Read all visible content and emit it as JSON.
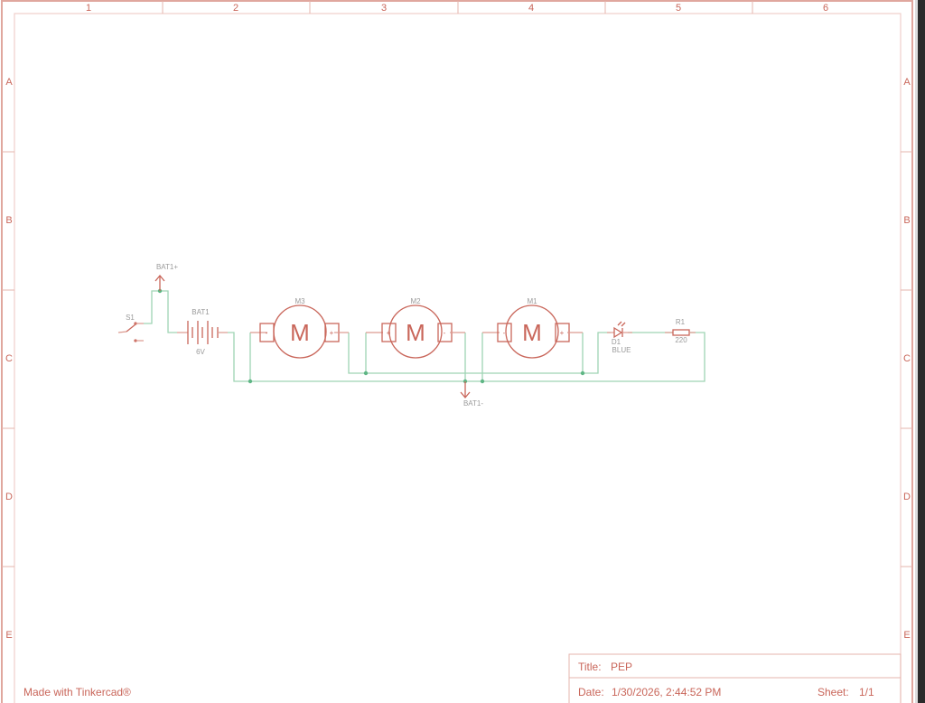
{
  "sheet": {
    "columns": [
      "1",
      "2",
      "3",
      "4",
      "5",
      "6"
    ],
    "rows": [
      "A",
      "B",
      "C",
      "D",
      "E"
    ],
    "footer": "Made with Tinkercad®"
  },
  "title_block": {
    "title_label": "Title:",
    "title": "PEP",
    "date_label": "Date:",
    "date": "1/30/2026, 2:44:52 PM",
    "sheet_label": "Sheet:",
    "sheet": "1/1"
  },
  "components": {
    "switch": {
      "ref": "S1"
    },
    "battery": {
      "ref": "BAT1",
      "value": "6V"
    },
    "bat_pos": "BAT1+",
    "bat_neg": "BAT1-",
    "motors": [
      {
        "ref": "M3",
        "symbol": "M",
        "left_pin": "-",
        "right_pin": "+"
      },
      {
        "ref": "M2",
        "symbol": "M",
        "left_pin": "+",
        "right_pin": "-"
      },
      {
        "ref": "M1",
        "symbol": "M",
        "left_pin": "-",
        "right_pin": "+"
      }
    ],
    "led": {
      "ref": "D1",
      "value": "BLUE"
    },
    "resistor": {
      "ref": "R1",
      "value": "220"
    }
  },
  "colors": {
    "frame": "#e0a79e",
    "part": "#c9665a",
    "wire": "#9fd4b4",
    "junction": "#5fb685"
  }
}
